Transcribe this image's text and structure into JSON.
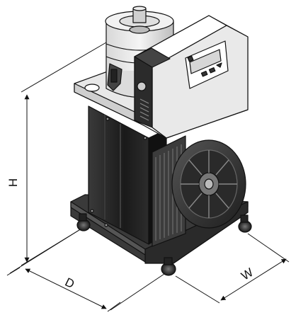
{
  "dimensions": {
    "height_label": "H",
    "depth_label": "D",
    "width_label": "W"
  }
}
